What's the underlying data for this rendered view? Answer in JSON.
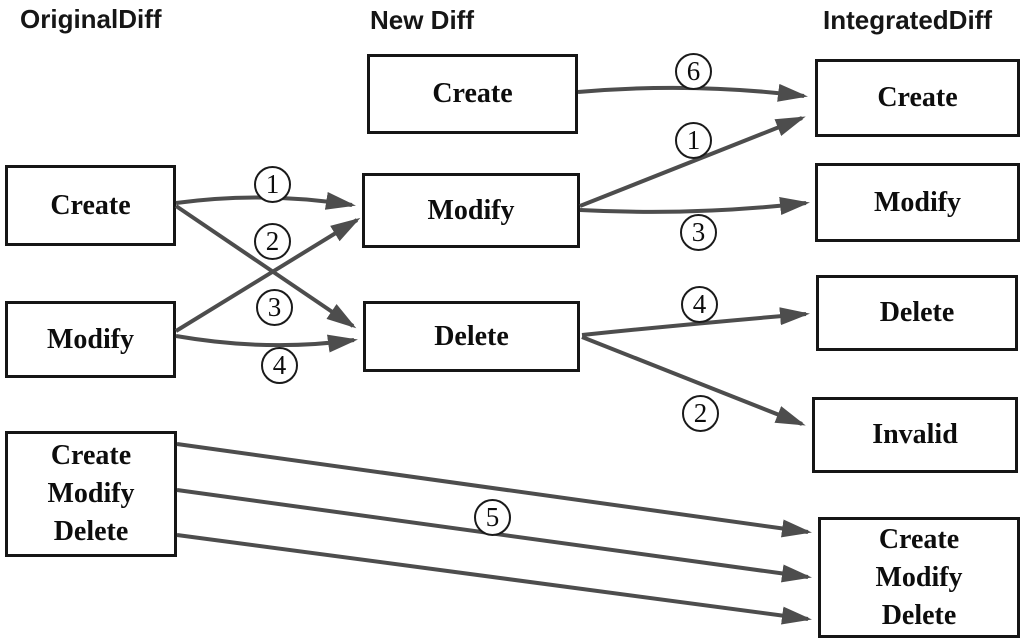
{
  "headers": {
    "original": "OriginalDiff",
    "new": "New Diff",
    "integrated": "IntegratedDiff"
  },
  "original_column": {
    "create": "Create",
    "modify": "Modify",
    "multi": {
      "l1": "Create",
      "l2": "Modify",
      "l3": "Delete"
    }
  },
  "new_column": {
    "create": "Create",
    "modify": "Modify",
    "delete": "Delete"
  },
  "integrated_column": {
    "create": "Create",
    "modify": "Modify",
    "delete": "Delete",
    "invalid": "Invalid",
    "multi": {
      "l1": "Create",
      "l2": "Modify",
      "l3": "Delete"
    }
  },
  "arrow_labels": {
    "l1": "1",
    "l2": "2",
    "l3": "3",
    "l4": "4",
    "r6": "6",
    "r1": "1",
    "r3": "3",
    "r4": "4",
    "r2": "2",
    "b5": "5"
  },
  "edges": [
    {
      "label": "1",
      "from": "OriginalDiff.Create",
      "to": "NewDiff.Modify"
    },
    {
      "label": "2",
      "from": "OriginalDiff.Create",
      "to": "NewDiff.Delete"
    },
    {
      "label": "3",
      "from": "OriginalDiff.Modify",
      "to": "NewDiff.Modify"
    },
    {
      "label": "4",
      "from": "OriginalDiff.Modify",
      "to": "NewDiff.Delete"
    },
    {
      "label": "6",
      "from": "NewDiff.Create",
      "to": "IntegratedDiff.Create"
    },
    {
      "label": "1",
      "from": "NewDiff.Modify",
      "to": "IntegratedDiff.Create"
    },
    {
      "label": "3",
      "from": "NewDiff.Modify",
      "to": "IntegratedDiff.Modify"
    },
    {
      "label": "4",
      "from": "NewDiff.Delete",
      "to": "IntegratedDiff.Delete"
    },
    {
      "label": "2",
      "from": "NewDiff.Delete",
      "to": "IntegratedDiff.Invalid"
    },
    {
      "label": "5",
      "from": "OriginalDiff.CreateModifyDelete",
      "to": "IntegratedDiff.CreateModifyDelete"
    }
  ],
  "colors": {
    "arrow": "#4d4d4d",
    "border": "#161616",
    "background": "#ffffff"
  }
}
